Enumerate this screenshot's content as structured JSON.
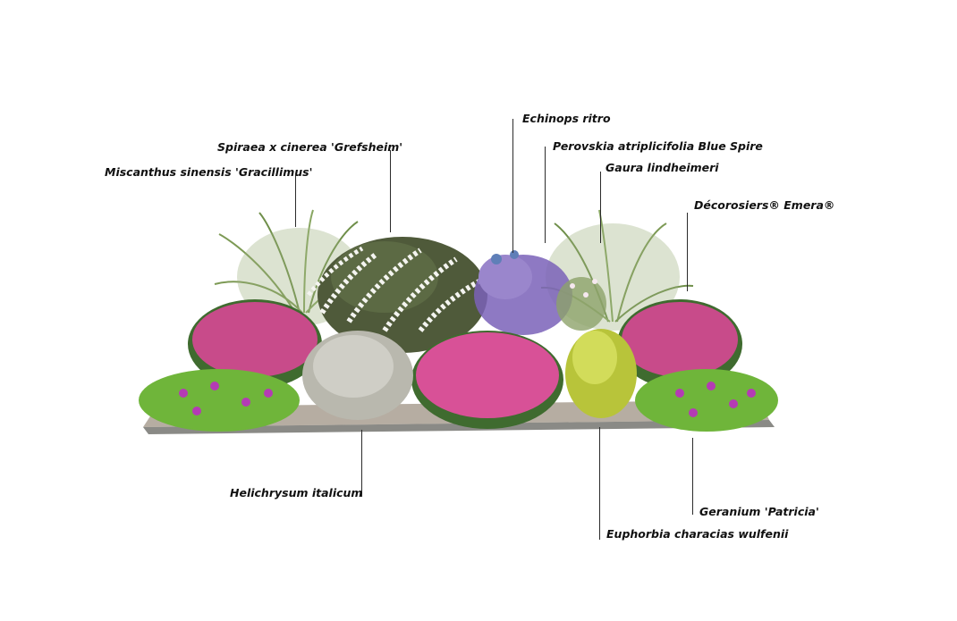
{
  "labels": {
    "miscanthus": "Miscanthus sinensis 'Gracillimus'",
    "spiraea": "Spiraea x cinerea 'Grefsheim'",
    "echinops": "Echinops ritro",
    "perovskia": "Perovskia atriplicifolia Blue Spire",
    "gaura": "Gaura lindheimeri",
    "decorosiers": "Décorosiers® Emera®",
    "helichrysum": "Helichrysum italicum",
    "euphorbia": "Euphorbia characias wulfenii",
    "geranium": "Geranium 'Patricia'"
  },
  "colors": {
    "grass": "#6f8f4a",
    "spiraea_white": "#f4f4f0",
    "lavender": "#7a62b8",
    "rose_pink": "#e0459a",
    "geranium_leaf": "#6fb53a",
    "geranium_flower": "#b43bb4",
    "helichrysum": "#b9b8ae",
    "euphorbia": "#b8c43a",
    "edging": "#8a8a86"
  }
}
